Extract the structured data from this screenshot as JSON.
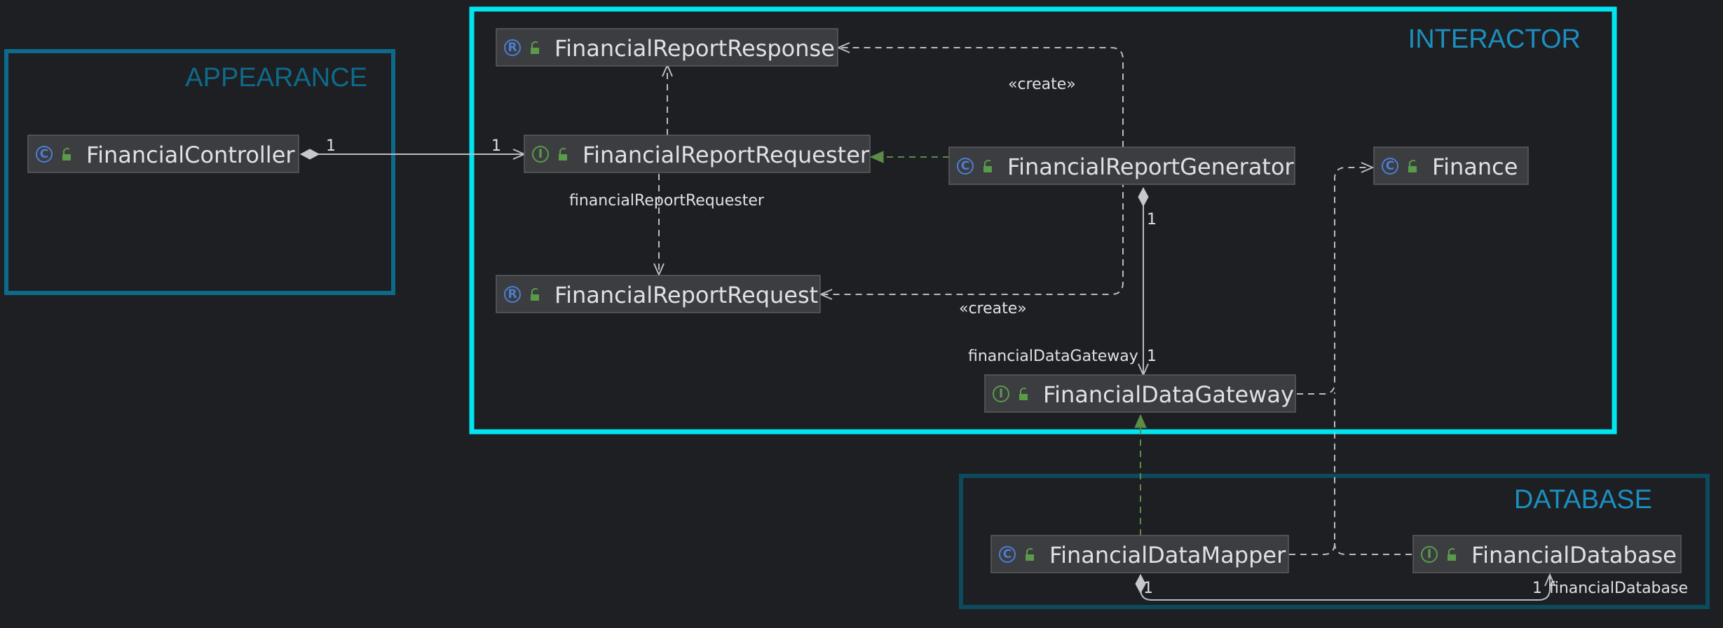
{
  "packages": {
    "appearance": {
      "title": "APPEARANCE",
      "color": "#0e6a8a"
    },
    "interactor": {
      "title": "INTERACTOR",
      "color": "#00e5f0",
      "title_color": "#1b8fc0"
    },
    "database": {
      "title": "DATABASE",
      "color": "#0c4a5e",
      "title_color": "#1b8fc0"
    }
  },
  "nodes": {
    "financial_controller": {
      "label": "FinancialController",
      "kind": "C"
    },
    "financial_report_response": {
      "label": "FinancialReportResponse",
      "kind": "R"
    },
    "financial_report_requester": {
      "label": "FinancialReportRequester",
      "kind": "I"
    },
    "financial_report_generator": {
      "label": "FinancialReportGenerator",
      "kind": "C"
    },
    "finance": {
      "label": "Finance",
      "kind": "C"
    },
    "financial_report_request": {
      "label": "FinancialReportRequest",
      "kind": "R"
    },
    "financial_data_gateway": {
      "label": "FinancialDataGateway",
      "kind": "I"
    },
    "financial_data_mapper": {
      "label": "FinancialDataMapper",
      "kind": "C"
    },
    "financial_database": {
      "label": "FinancialDatabase",
      "kind": "I"
    }
  },
  "edge_labels": {
    "controller_mult": "1",
    "requester_mult": "1",
    "create_response": "«create»",
    "requester_role": "financialReportRequester",
    "create_request": "«create»",
    "generator_mult": "1",
    "gateway_role": "financialDataGateway",
    "gateway_mult": "1",
    "mapper_mult": "1",
    "database_mult": "1",
    "database_role": "financialDatabase"
  },
  "colors": {
    "background": "#1e1f22",
    "node_fill": "#3c3d40",
    "text": "#dfe1e5",
    "class_badge": "#4a7fd6",
    "record_badge": "#4a7fd6",
    "interface_badge": "#5a9b4a",
    "lock_icon": "#5a9b4a",
    "edge": "#b8bcc3",
    "realization": "#5b8c48"
  },
  "icons": {
    "class": "class-badge-icon",
    "record": "record-badge-icon",
    "interface": "interface-badge-icon",
    "visibility": "public-lock-icon"
  }
}
